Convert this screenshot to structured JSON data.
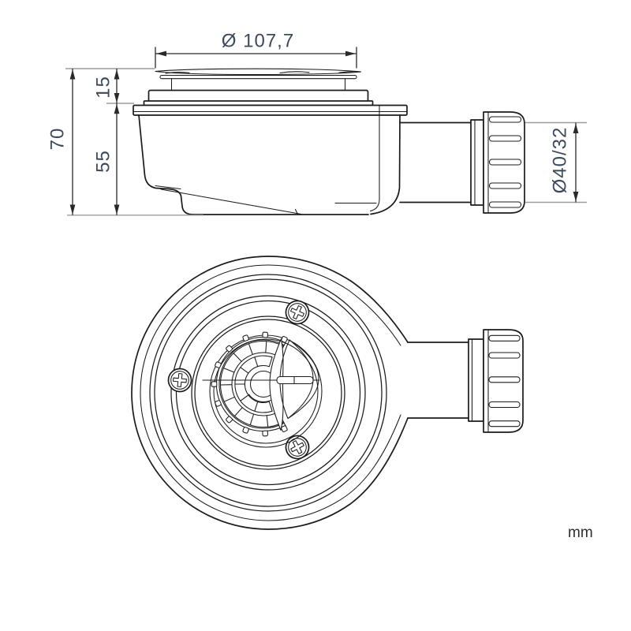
{
  "drawing": {
    "type": "technical dimension drawing",
    "units_label": "mm"
  },
  "dimensions": {
    "top_diameter": {
      "label": "Ø 107,7",
      "value": 107.7,
      "unit": "mm"
    },
    "total_height": {
      "label": "70",
      "value": 70,
      "unit": "mm"
    },
    "upper_height": {
      "label": "15",
      "value": 15,
      "unit": "mm"
    },
    "body_height": {
      "label": "55",
      "value": 55,
      "unit": "mm"
    },
    "outlet_diameter": {
      "label": "Ø40/32",
      "value": "40/32",
      "unit": "mm"
    }
  },
  "colors": {
    "background": "#ffffff",
    "line": "#1b1b1b",
    "extension_line": "#9c9c9c",
    "dimension_text": "#3d4a5c",
    "units_text": "#2e2e35"
  }
}
